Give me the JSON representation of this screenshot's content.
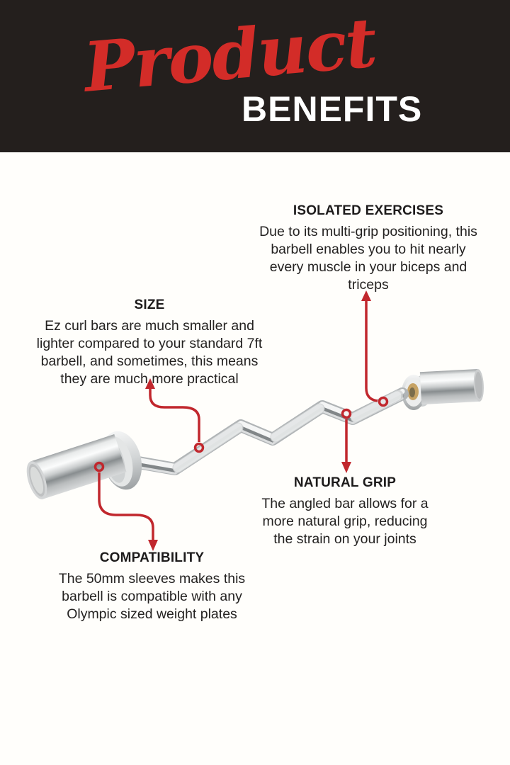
{
  "header": {
    "script_word": "Product",
    "main_word": "BENEFITS"
  },
  "benefits": [
    {
      "id": "isolated-exercises",
      "title": "ISOLATED EXERCISES",
      "lines": [
        "Due to its multi-grip positioning, this",
        "barbell enables you to hit nearly",
        "every muscle in your biceps and",
        "triceps"
      ],
      "arrow_direction": "up-to-text"
    },
    {
      "id": "size",
      "title": "SIZE",
      "lines": [
        "Ez curl bars are much smaller and",
        "lighter compared to your standard 7ft",
        "barbell, and sometimes, this means",
        "they are much more practical"
      ],
      "arrow_direction": "up-to-text"
    },
    {
      "id": "natural-grip",
      "title": "NATURAL GRIP",
      "lines": [
        "The angled bar allows for a",
        "more natural grip, reducing",
        "the strain on your joints"
      ],
      "arrow_direction": "down-to-text"
    },
    {
      "id": "compatibility",
      "title": "COMPATIBILITY",
      "lines": [
        "The 50mm sleeves makes this",
        "barbell is compatible with any",
        "Olympic sized weight plates"
      ],
      "arrow_direction": "down-to-text"
    }
  ],
  "illustration": {
    "subject": "chrome EZ curl barbell"
  },
  "colors": {
    "accent_red": "#c1272d",
    "script_red": "#d32c28",
    "header_bg": "#241f1d",
    "body_text": "#242221",
    "background": "#fffefb",
    "gold_bushing": "#c6a264"
  }
}
